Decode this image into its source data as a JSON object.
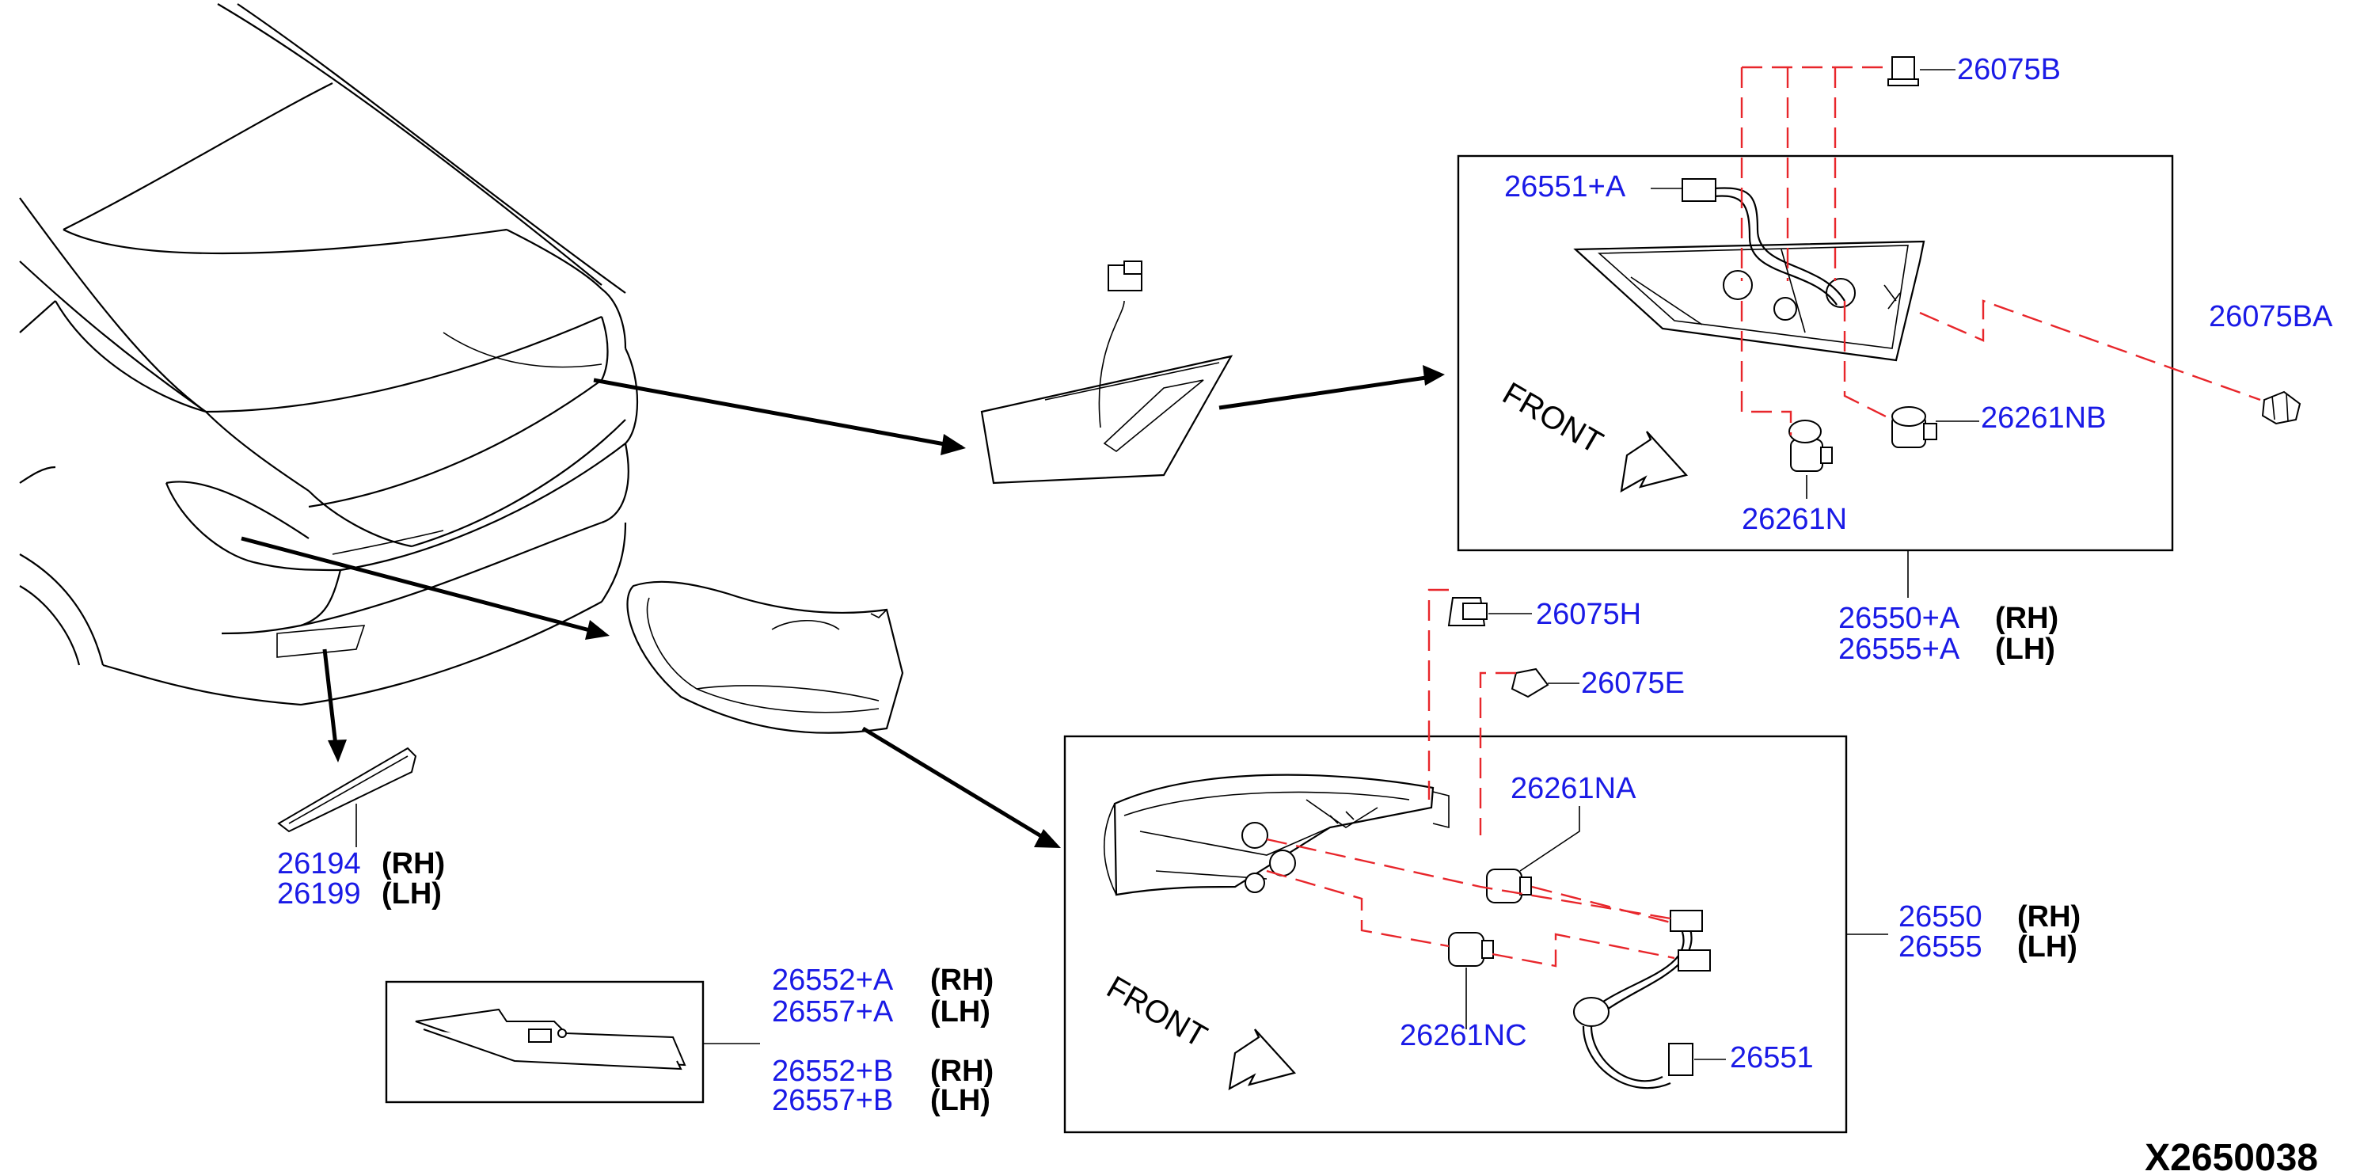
{
  "diagram_id": "X2650038",
  "front_label": "FRONT",
  "labels": {
    "p26075B": "26075B",
    "p26551A": "26551+A",
    "p26075BA": "26075BA",
    "p26261NB": "26261NB",
    "p26261N": "26261N",
    "p26550A": "26550+A",
    "p26555A": "26555+A",
    "p26075H": "26075H",
    "p26075E": "26075E",
    "p26261NA": "26261NA",
    "p26550": "26550",
    "p26555": "26555",
    "p26261NC": "26261NC",
    "p26551": "26551",
    "p26194": "26194",
    "p26199": "26199",
    "p26552A": "26552+A",
    "p26557A": "26557+A",
    "p26552B": "26552+B",
    "p26557B": "26557+B"
  },
  "sides": {
    "rh": "(RH)",
    "lh": "(LH)"
  }
}
